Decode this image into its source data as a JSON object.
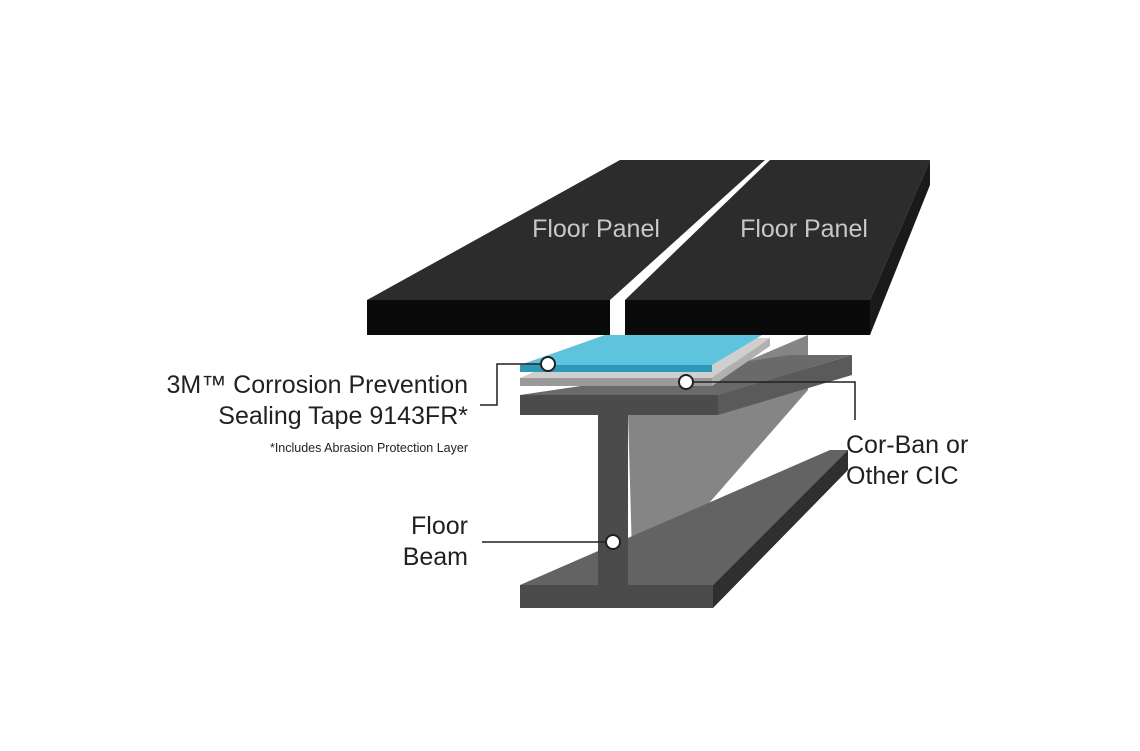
{
  "panels": {
    "left_label": "Floor Panel",
    "right_label": "Floor Panel"
  },
  "callouts": {
    "tape": {
      "line1": "3M™ Corrosion Prevention",
      "line2": "Sealing Tape 9143FR*",
      "footnote": "*Includes Abrasion Protection Layer"
    },
    "cic": {
      "line1": "Cor-Ban or",
      "line2": "Other CIC"
    },
    "beam": {
      "line1": "Floor",
      "line2": "Beam"
    }
  },
  "colors": {
    "panel": "#2b2c2b",
    "panel_side": "#0a0a0a",
    "tape": "#5ec3dd",
    "cic_layer": "#cfcfd0",
    "beam_dark": "#4b4b4c",
    "beam_mid": "#636364",
    "beam_light": "#858586"
  }
}
